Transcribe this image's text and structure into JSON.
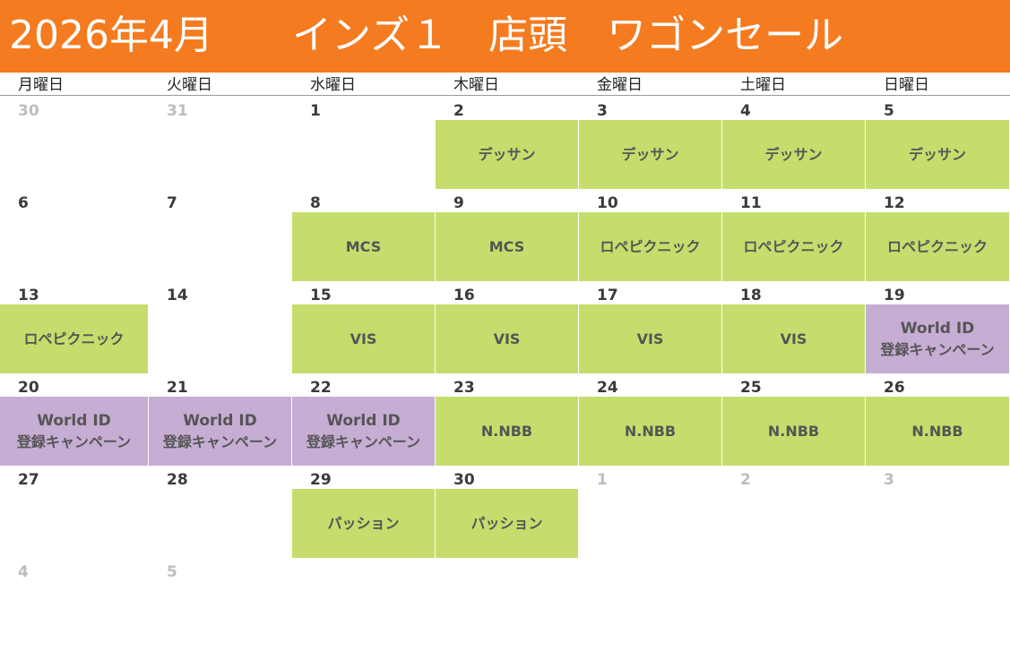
{
  "title": "2026年4月　　インズ１　店頭　ワゴンセール",
  "colors": {
    "header": "#f47b20",
    "green": "#c5dd6c",
    "purple": "#c5add3"
  },
  "weekdays": [
    "月曜日",
    "火曜日",
    "水曜日",
    "木曜日",
    "金曜日",
    "土曜日",
    "日曜日"
  ],
  "weeks": [
    [
      {
        "d": "30",
        "o": true
      },
      {
        "d": "31",
        "o": true
      },
      {
        "d": "1"
      },
      {
        "d": "2",
        "e": "デッサン",
        "c": "green"
      },
      {
        "d": "3",
        "e": "デッサン",
        "c": "green"
      },
      {
        "d": "4",
        "e": "デッサン",
        "c": "green"
      },
      {
        "d": "5",
        "e": "デッサン",
        "c": "green"
      }
    ],
    [
      {
        "d": "6"
      },
      {
        "d": "7"
      },
      {
        "d": "8",
        "e": "MCS",
        "c": "green"
      },
      {
        "d": "9",
        "e": "MCS",
        "c": "green"
      },
      {
        "d": "10",
        "e": "ロペピクニック",
        "c": "green"
      },
      {
        "d": "11",
        "e": "ロペピクニック",
        "c": "green"
      },
      {
        "d": "12",
        "e": "ロペピクニック",
        "c": "green"
      }
    ],
    [
      {
        "d": "13",
        "e": "ロペピクニック",
        "c": "green"
      },
      {
        "d": "14"
      },
      {
        "d": "15",
        "e": "VIS",
        "c": "green"
      },
      {
        "d": "16",
        "e": "VIS",
        "c": "green"
      },
      {
        "d": "17",
        "e": "VIS",
        "c": "green"
      },
      {
        "d": "18",
        "e": "VIS",
        "c": "green"
      },
      {
        "d": "19",
        "e": "World ID",
        "e2": "登録キャンペーン",
        "c": "purple"
      }
    ],
    [
      {
        "d": "20",
        "e": "World ID",
        "e2": "登録キャンペーン",
        "c": "purple"
      },
      {
        "d": "21",
        "e": "World ID",
        "e2": "登録キャンペーン",
        "c": "purple"
      },
      {
        "d": "22",
        "e": "World ID",
        "e2": "登録キャンペーン",
        "c": "purple"
      },
      {
        "d": "23",
        "e": "N.NBB",
        "c": "green"
      },
      {
        "d": "24",
        "e": "N.NBB",
        "c": "green"
      },
      {
        "d": "25",
        "e": "N.NBB",
        "c": "green"
      },
      {
        "d": "26",
        "e": "N.NBB",
        "c": "green"
      }
    ],
    [
      {
        "d": "27"
      },
      {
        "d": "28"
      },
      {
        "d": "29",
        "e": "パッション",
        "c": "green"
      },
      {
        "d": "30",
        "e": "パッション",
        "c": "green"
      },
      {
        "d": "1",
        "o": true
      },
      {
        "d": "2",
        "o": true
      },
      {
        "d": "3",
        "o": true
      }
    ],
    [
      {
        "d": "4",
        "o": true
      },
      {
        "d": "5",
        "o": true
      }
    ]
  ]
}
